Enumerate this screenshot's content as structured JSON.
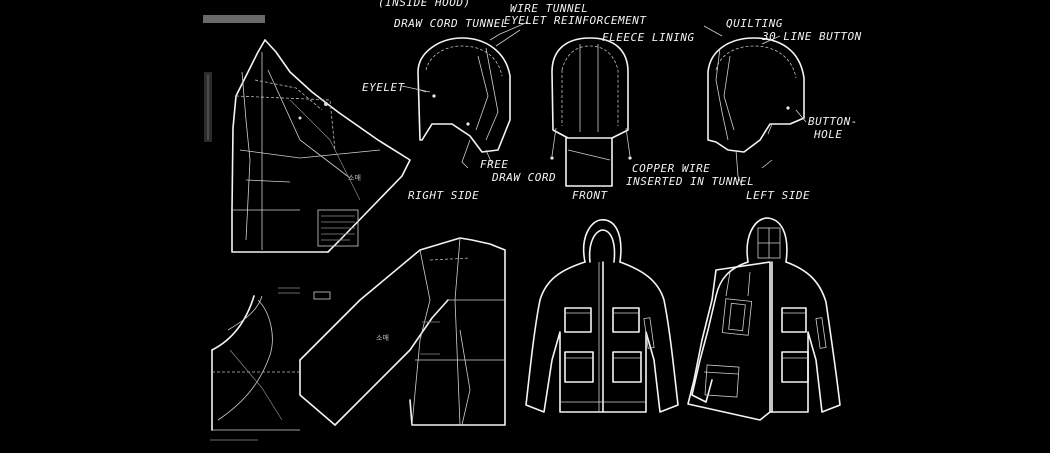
{
  "hood_sheet": {
    "header": "(INSIDE HOOD)",
    "labels": {
      "draw_cord_tunnel": "DRAW CORD TUNNEL",
      "wire_tunnel": "WIRE TUNNEL",
      "eyelet_reinforcement": "EYELET REINFORCEMENT",
      "fleece_lining": "FLEECE LINING",
      "quilting": "QUILTING",
      "line_button": "30 LINE BUTTON",
      "eyelet": "EYELET",
      "button_hole": "BUTTON-",
      "button_hole_2": "HOLE",
      "free_draw_cord_1": "FREE",
      "free_draw_cord_2": "DRAW CORD",
      "copper_wire_1": "COPPER WIRE",
      "copper_wire_2": "INSERTED IN TUNNEL"
    },
    "views": {
      "right": "RIGHT SIDE",
      "front": "FRONT",
      "left": "LEFT SIDE"
    }
  },
  "pattern_sheet": {
    "sleeve_label_1": "소매",
    "sleeve_label_2": "소매"
  }
}
